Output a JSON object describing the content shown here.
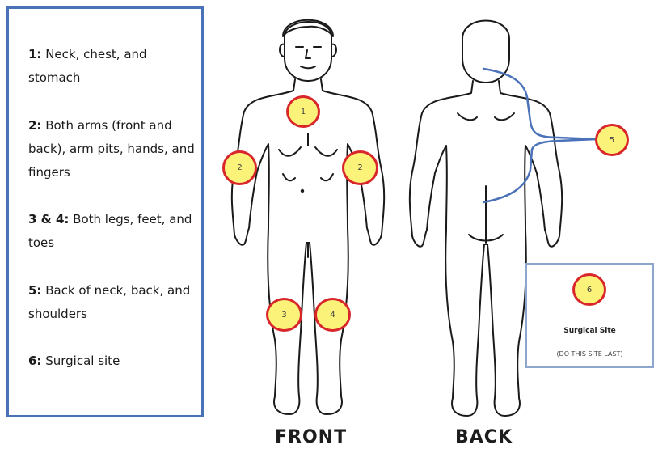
{
  "legend": {
    "items": [
      {
        "num": "1:",
        "text": " Neck, chest, and stomach"
      },
      {
        "num": "2:",
        "text": " Both arms (front and back), arm pits, hands, and fingers"
      },
      {
        "num": "3 & 4:",
        "text": " Both legs, feet, and toes"
      },
      {
        "num": "5:",
        "text": " Back of neck, back, and shoulders"
      },
      {
        "num": "6:",
        "text": " Surgical site"
      }
    ]
  },
  "markers": {
    "m1": "1",
    "m2_left": "2",
    "m2_right": "2",
    "m3": "3",
    "m4": "4",
    "m5": "5",
    "m6": "6"
  },
  "views": {
    "front": "FRONT",
    "back": "BACK"
  },
  "surgical_box": {
    "title": "Surgical Site",
    "note": "(DO THIS SITE LAST)"
  },
  "colors": {
    "marker_fill": "#fbf27a",
    "marker_border": "#d8262b",
    "legend_border": "#4a72b8",
    "leader_lines": "#4a72b8"
  }
}
